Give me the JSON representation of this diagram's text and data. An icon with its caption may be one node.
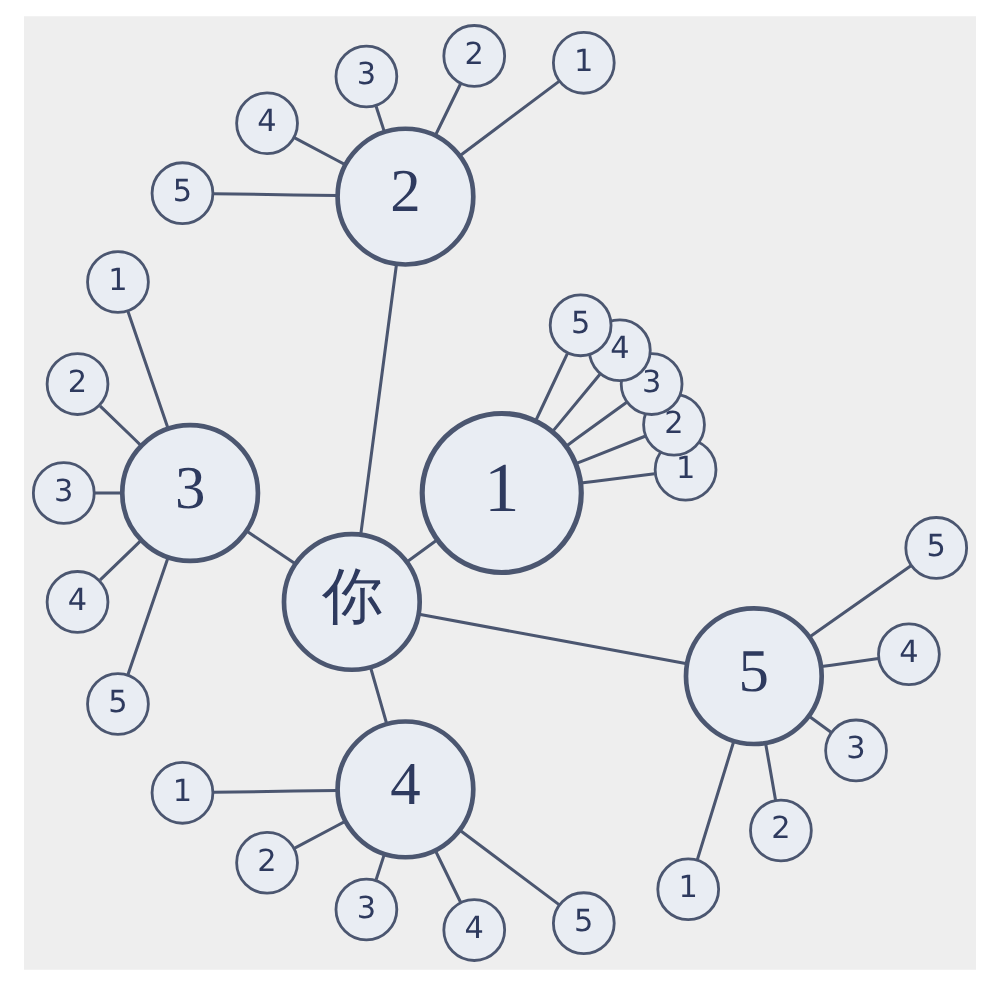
{
  "diagram": {
    "nodes": [
      {
        "text": [
          "你"
        ]
      },
      {
        "text": [
          "1"
        ]
      },
      {
        "text": [
          "1"
        ]
      },
      {
        "text": [
          "2"
        ]
      },
      {
        "text": [
          "3"
        ]
      },
      {
        "text": [
          "4"
        ]
      },
      {
        "text": [
          "5"
        ]
      },
      {
        "text": [
          "2"
        ]
      },
      {
        "text": [
          "1"
        ]
      },
      {
        "text": [
          "2"
        ]
      },
      {
        "text": [
          "3"
        ]
      },
      {
        "text": [
          "4"
        ]
      },
      {
        "text": [
          "5"
        ]
      },
      {
        "text": [
          "3"
        ]
      },
      {
        "text": [
          "1"
        ]
      },
      {
        "text": [
          "2"
        ]
      },
      {
        "text": [
          "3"
        ]
      },
      {
        "text": [
          "4"
        ]
      },
      {
        "text": [
          "5"
        ]
      },
      {
        "text": [
          "4"
        ]
      },
      {
        "text": [
          "1"
        ]
      },
      {
        "text": [
          "2"
        ]
      },
      {
        "text": [
          "3"
        ]
      },
      {
        "text": [
          "4"
        ]
      },
      {
        "text": [
          "5"
        ]
      },
      {
        "text": [
          "5"
        ]
      },
      {
        "text": [
          "1"
        ]
      },
      {
        "text": [
          "2"
        ]
      },
      {
        "text": [
          "3"
        ]
      },
      {
        "text": [
          "4"
        ]
      },
      {
        "text": [
          "5"
        ]
      }
    ],
    "edges": [
      {
        "from": 0,
        "to": 1,
        "arrow": "none"
      },
      {
        "from": 0,
        "to": 7,
        "arrow": "none"
      },
      {
        "from": 0,
        "to": 13,
        "arrow": "none"
      },
      {
        "from": 0,
        "to": 19,
        "arrow": "none"
      },
      {
        "from": 0,
        "to": 25,
        "arrow": "none"
      },
      {
        "from": 1,
        "to": 2,
        "arrow": "none"
      },
      {
        "from": 1,
        "to": 3,
        "arrow": "none"
      },
      {
        "from": 1,
        "to": 4,
        "arrow": "none"
      },
      {
        "from": 1,
        "to": 5,
        "arrow": "none"
      },
      {
        "from": 1,
        "to": 6,
        "arrow": "none"
      },
      {
        "from": 7,
        "to": 8,
        "arrow": "none"
      },
      {
        "from": 7,
        "to": 9,
        "arrow": "none"
      },
      {
        "from": 7,
        "to": 10,
        "arrow": "none"
      },
      {
        "from": 7,
        "to": 11,
        "arrow": "none"
      },
      {
        "from": 7,
        "to": 12,
        "arrow": "none"
      },
      {
        "from": 13,
        "to": 14,
        "arrow": "none"
      },
      {
        "from": 13,
        "to": 15,
        "arrow": "none"
      },
      {
        "from": 13,
        "to": 16,
        "arrow": "none"
      },
      {
        "from": 13,
        "to": 17,
        "arrow": "none"
      },
      {
        "from": 13,
        "to": 18,
        "arrow": "none"
      },
      {
        "from": 19,
        "to": 20,
        "arrow": "none"
      },
      {
        "from": 19,
        "to": 21,
        "arrow": "none"
      },
      {
        "from": 19,
        "to": 22,
        "arrow": "none"
      },
      {
        "from": 19,
        "to": 23,
        "arrow": "none"
      },
      {
        "from": 19,
        "to": 24,
        "arrow": "none"
      },
      {
        "from": 25,
        "to": 26,
        "arrow": "none"
      },
      {
        "from": 25,
        "to": 27,
        "arrow": "none"
      },
      {
        "from": 25,
        "to": 28,
        "arrow": "none"
      },
      {
        "from": 25,
        "to": 29,
        "arrow": "none"
      },
      {
        "from": 25,
        "to": 30,
        "arrow": "none"
      }
    ]
  }
}
